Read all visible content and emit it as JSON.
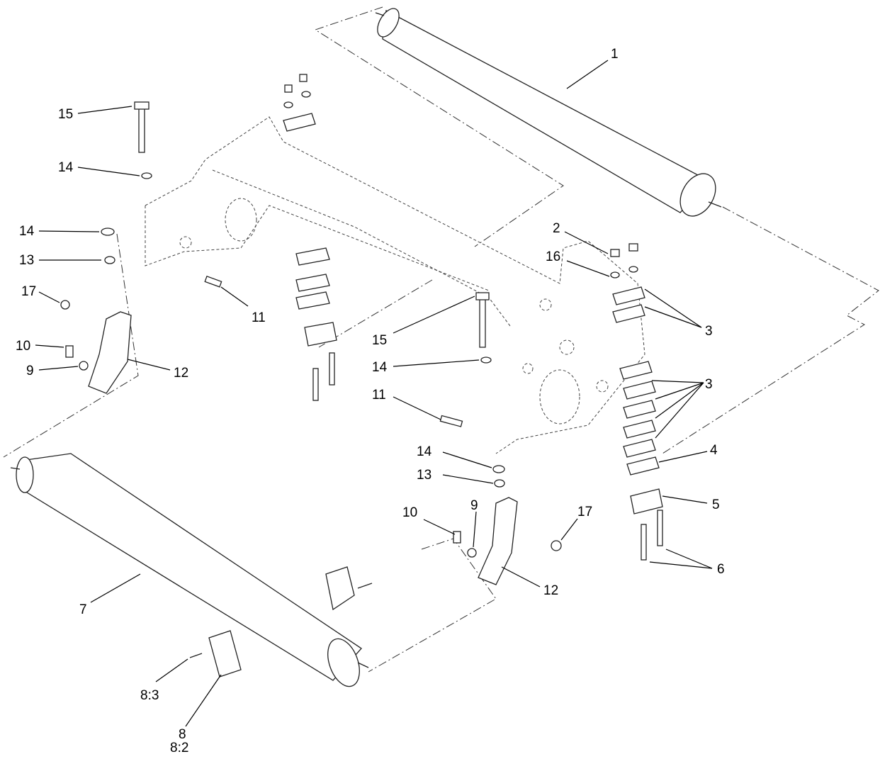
{
  "callouts": {
    "c1": "1",
    "c2": "2",
    "c16": "16",
    "c3a": "3",
    "c3b": "3",
    "c4": "4",
    "c5": "5",
    "c6": "6",
    "c15a": "15",
    "c14a": "14",
    "c14b": "14",
    "c13a": "13",
    "c17a": "17",
    "c10a": "10",
    "c9a": "9",
    "c12a": "12",
    "c11a": "11",
    "c15b": "15",
    "c14c": "14",
    "c11b": "11",
    "c14d": "14",
    "c13b": "13",
    "c10b": "10",
    "c9b": "9",
    "c17b": "17",
    "c12b": "12",
    "c7": "7",
    "c83": "8:3",
    "c8": "8",
    "c82": "8:2"
  }
}
